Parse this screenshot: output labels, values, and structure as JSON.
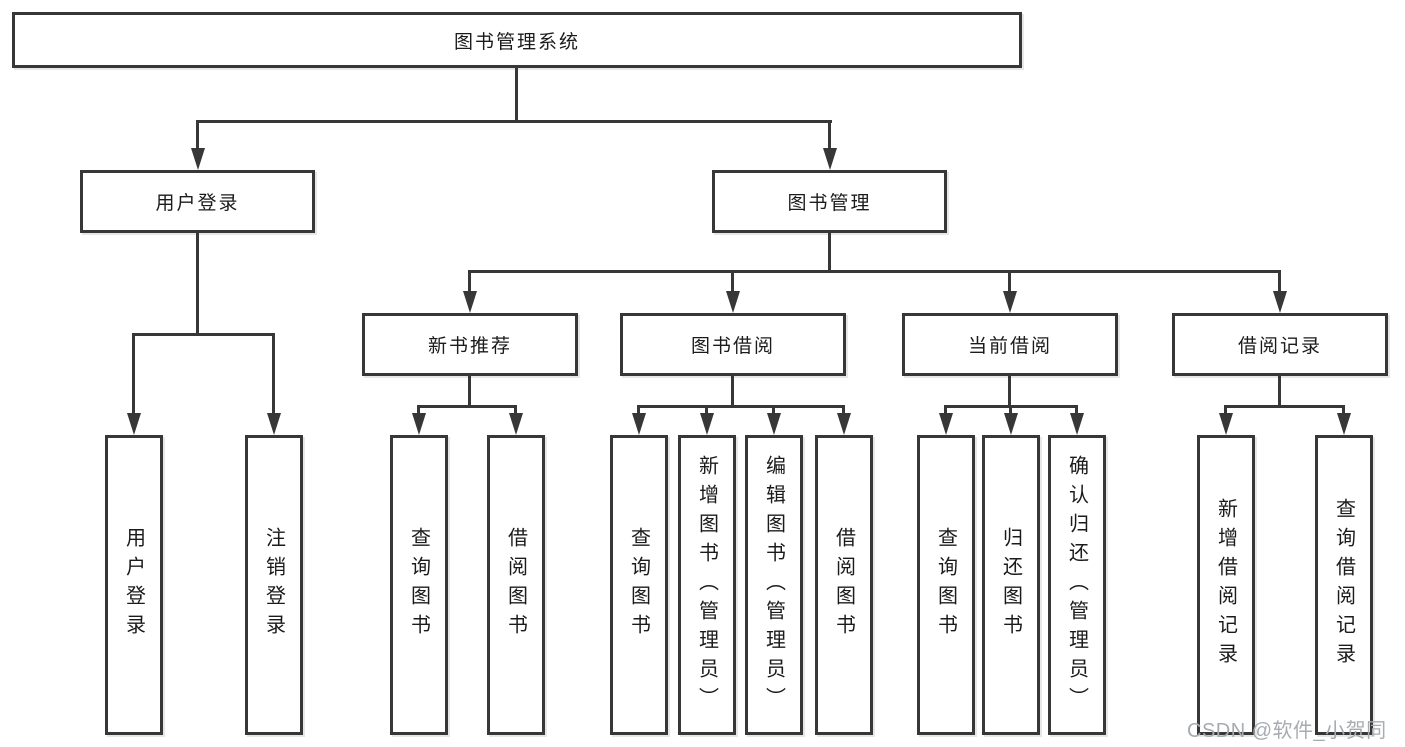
{
  "colors": {
    "line": "#373737",
    "box_fill": "#ffffff",
    "background": "#ffffff",
    "text": "#1b1b1b",
    "watermark": "#a7acb1"
  },
  "tree": {
    "root": "图书管理系统",
    "children": [
      {
        "label": "用户登录",
        "children": [
          {
            "label": "用户登录"
          },
          {
            "label": "注销登录"
          }
        ]
      },
      {
        "label": "图书管理",
        "children": [
          {
            "label": "新书推荐",
            "children": [
              {
                "label": "查询图书"
              },
              {
                "label": "借阅图书"
              }
            ]
          },
          {
            "label": "图书借阅",
            "children": [
              {
                "label": "查询图书"
              },
              {
                "label": "新增图书（管理员）"
              },
              {
                "label": "编辑图书（管理员）"
              },
              {
                "label": "借阅图书"
              }
            ]
          },
          {
            "label": "当前借阅",
            "children": [
              {
                "label": "查询图书"
              },
              {
                "label": "归还图书"
              },
              {
                "label": "确认归还（管理员）"
              }
            ]
          },
          {
            "label": "借阅记录",
            "children": [
              {
                "label": "新增借阅记录"
              },
              {
                "label": "查询借阅记录"
              }
            ]
          }
        ]
      }
    ]
  },
  "watermark": "CSDN @软件_小贺同学"
}
